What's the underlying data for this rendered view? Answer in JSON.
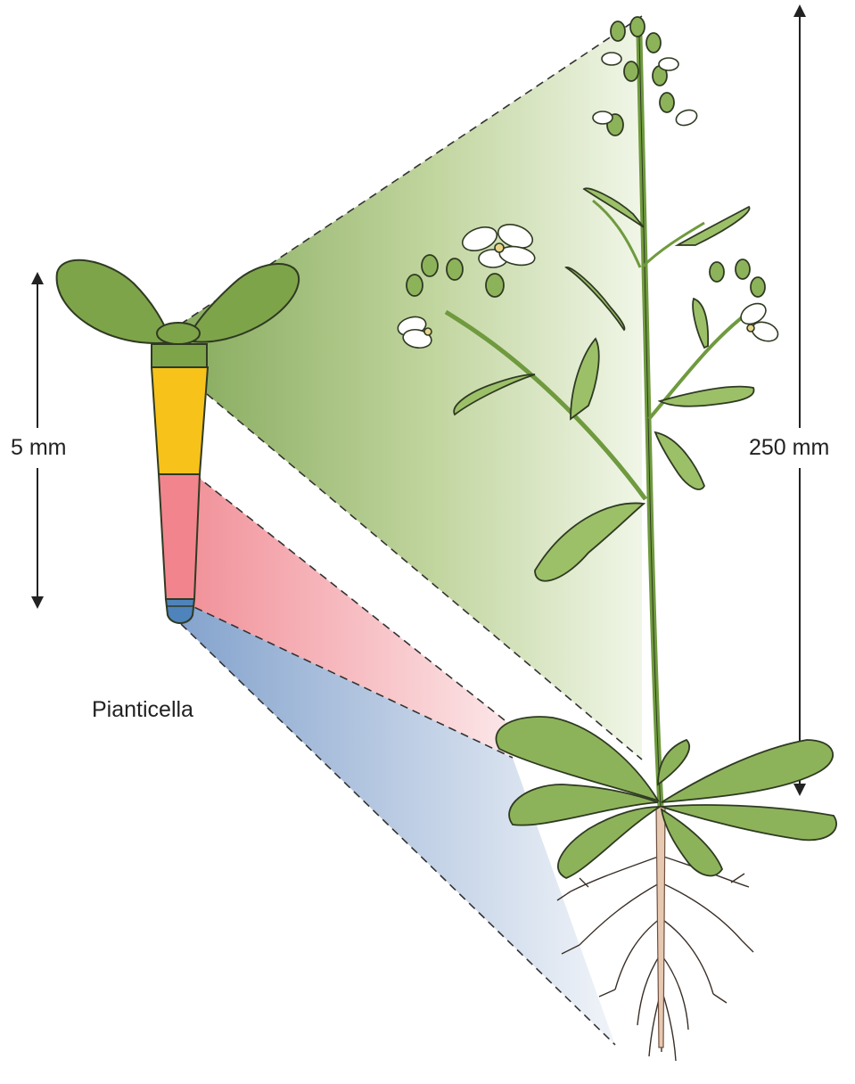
{
  "labels": {
    "seedling_scale": "5 mm",
    "plant_scale": "250 mm",
    "seedling_name": "Pianticella"
  },
  "colors": {
    "leaf_green": "#7ea44a",
    "leaf_light": "#a8c879",
    "stem_green": "#6f9a3e",
    "hypocotyl_yellow": "#f7c21a",
    "root_pink": "#f2848e",
    "root_tip_blue": "#4f83bb",
    "projection_green": "#b5cd8c",
    "projection_pink": "#f4a0a6",
    "projection_blue": "#a9bcd8",
    "flower_white": "#ffffff",
    "outline": "#2f3a22"
  }
}
